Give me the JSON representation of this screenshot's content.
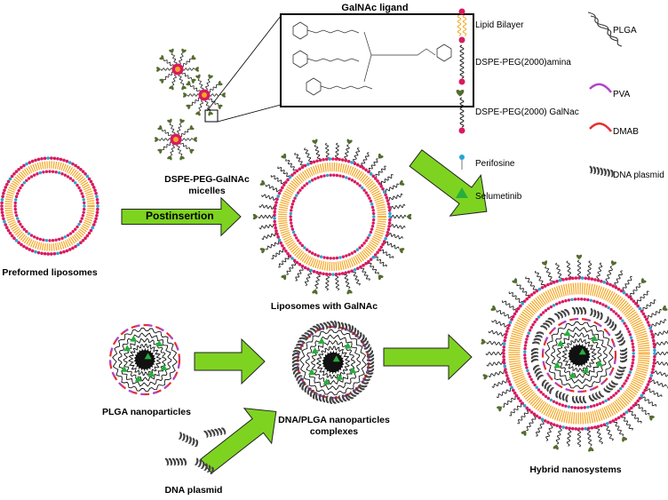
{
  "labels": {
    "ligand_title": "GalNAc ligand",
    "micelles": "DSPE-PEG-GalNAc\nmicelles",
    "preformed": "Preformed liposomes",
    "postinsertion": "Postinsertion",
    "liposomes_galnac": "Liposomes with GalNAc",
    "plga_np": "PLGA nanoparticles",
    "complexes": "DNA/PLGA nanoparticles\ncomplexes",
    "dna_plasmid": "DNA plasmid",
    "hybrid": "Hybrid nanosystems"
  },
  "legend": {
    "lipid_bilayer": "Lipid Bilayer",
    "dspe_amina": "DSPE-PEG(2000)amina",
    "dspe_galnac": "DSPE-PEG(2000) GalNac",
    "perifosine": "Perifosine",
    "selumetinib": "Selumetinib",
    "plga": "PLGA",
    "pva": "PVA",
    "dmab": "DMAB",
    "dna": "DNA plasmid"
  },
  "colors": {
    "lipid_head": "#d81b60",
    "lipid_tail": "#f5a623",
    "galnac": "#556b2f",
    "arrow": "#7ed321",
    "perifosine": "#29a3d6",
    "selumetinib": "#27ae3c",
    "pva": "#b044c8",
    "dmab": "#e53030",
    "dna": "#444444"
  }
}
